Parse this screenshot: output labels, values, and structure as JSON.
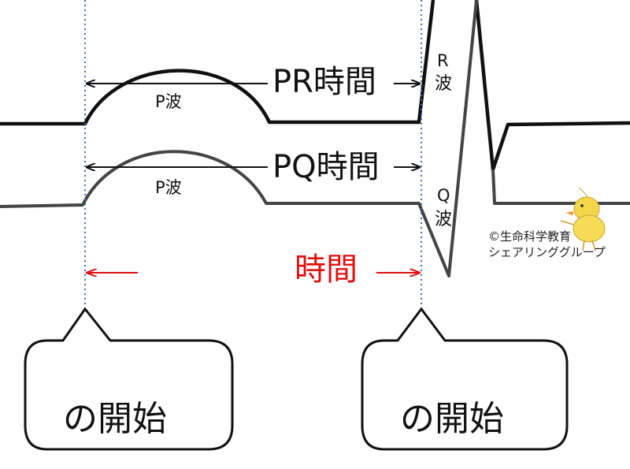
{
  "labels": {
    "pr_interval": "PR時間",
    "pq_interval": "PQ時間",
    "p_wave_top": "P波",
    "p_wave_bottom": "P波",
    "r_letter": "R",
    "r_wave_char": "波",
    "q_letter": "Q",
    "q_wave_char": "波",
    "interval_red": "時間",
    "start_left": "の開始",
    "start_right": "の開始"
  },
  "copyright": {
    "line1": "©生命科学教育",
    "line2": "シェアリンググループ"
  },
  "colors": {
    "trace": "#111111",
    "trace_gray": "#444444",
    "dotted_guide": "#3a6fb0",
    "red_accent": "#e01010"
  }
}
